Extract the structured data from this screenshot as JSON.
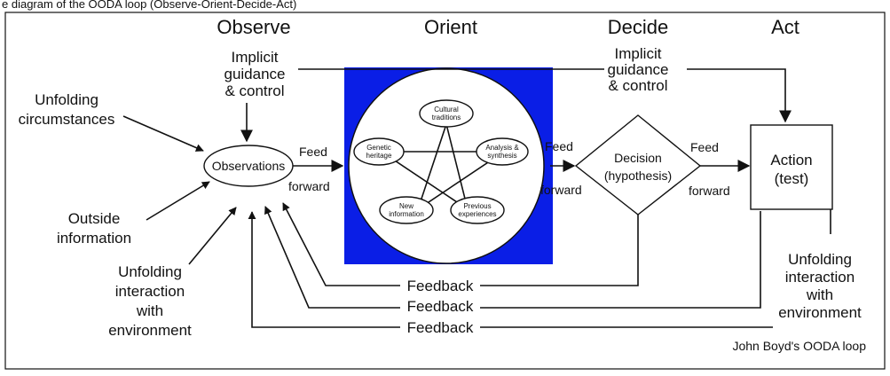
{
  "top_caption": "e diagram of the OODA loop (Observe-Orient-Decide-Act)",
  "headers": {
    "observe": "Observe",
    "orient": "Orient",
    "decide": "Decide",
    "act": "Act"
  },
  "observe": {
    "implicit_guidance": [
      "Implicit",
      "guidance",
      "& control"
    ],
    "unfolding_circumstances": [
      "Unfolding",
      "circumstances"
    ],
    "outside_information": [
      "Outside",
      "information"
    ],
    "unfolding_interaction": [
      "Unfolding",
      "interaction",
      "with",
      "environment"
    ],
    "observations": "Observations"
  },
  "orient": {
    "nodes": {
      "cultural": [
        "Cultural",
        "traditions"
      ],
      "genetic": [
        "Genetic",
        "heritage"
      ],
      "analysis": [
        "Analysis &",
        "synthesis"
      ],
      "new_info": [
        "New",
        "information"
      ],
      "previous": [
        "Previous",
        "experiences"
      ]
    }
  },
  "decide": {
    "implicit_guidance": [
      "Implicit",
      "guidance",
      "& control"
    ],
    "decision": [
      "Decision",
      "(hypothesis)"
    ]
  },
  "act": {
    "action": [
      "Action",
      "(test)"
    ],
    "unfolding_interaction": [
      "Unfolding",
      "interaction",
      "with",
      "environment"
    ]
  },
  "flow": {
    "feed_forward_1": [
      "Feed",
      "forward"
    ],
    "feed_forward_2": [
      "Feed",
      "forward"
    ],
    "feed_forward_3": [
      "Feed",
      "forward"
    ],
    "feedback": "Feedback"
  },
  "credit": "John Boyd's OODA loop",
  "colors": {
    "orient_background": "#0a1ee6",
    "ink": "#111111"
  }
}
